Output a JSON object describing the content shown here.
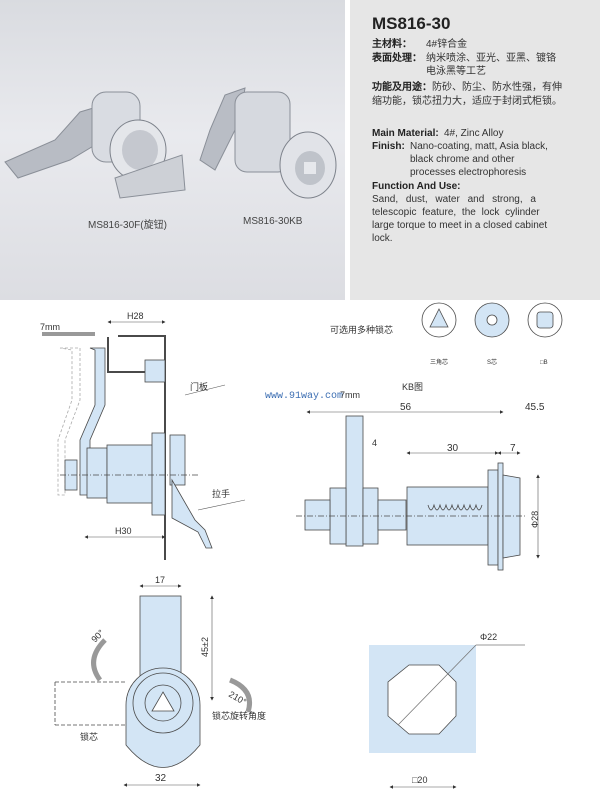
{
  "photos": {
    "caption_left": "MS816-30F(旋钮)",
    "caption_right": "MS816-30KB"
  },
  "spec": {
    "title": "MS816-30",
    "cn_material_label": "主材料：",
    "cn_material_value": "4#锌合金",
    "cn_finish_label": "表面处理：",
    "cn_finish_line1": "纳米喷涂、亚光、亚黑、镀铬",
    "cn_finish_line2": "电泳黑等工艺",
    "cn_function_label": "功能及用途：",
    "cn_function_line1": "防砂、防尘、防水性强，有伸",
    "cn_function_line2": "缩功能，锁芯扭力大，适应于封闭式柜锁。",
    "en_material_label": "Main Material:",
    "en_material_value": "4#, Zinc Alloy",
    "en_finish_label": "Finish:",
    "en_finish_line1": "Nano-coating, matt, Asia black,",
    "en_finish_line2": "black chrome and other",
    "en_finish_line3": "processes electrophoresis",
    "en_function_label": "Function And Use:",
    "en_function_line1": "Sand, dust, water and strong, a",
    "en_function_line2": "telescopic feature, the lock cylinder",
    "en_function_line3": "large torque to meet in a closed cabinet",
    "en_function_line4": "lock."
  },
  "side_view": {
    "travel": "7mm",
    "h28": "H28",
    "door_panel": "门板",
    "handle": "拉手",
    "h30": "H30"
  },
  "watermark": "www.91way.com",
  "cores": {
    "title": "可选用多种锁芯",
    "items": [
      "三角芯",
      "S芯",
      "□B"
    ]
  },
  "kb_view": {
    "title": "KB图",
    "travel": "7mm",
    "d56": "56",
    "d45_5": "45.5",
    "d4": "4",
    "d30": "30",
    "d7": "7",
    "phi28": "Φ28"
  },
  "front_view": {
    "w17": "17",
    "h45": "45±2",
    "a90": "90°",
    "a210": "210°",
    "rotation_label": "锁芯旋转角度",
    "core_label": "锁芯",
    "w32": "32"
  },
  "cutout": {
    "phi22": "Φ22",
    "sq20": "□20"
  },
  "colors": {
    "part_fill": "#d3e5f5",
    "line": "#4a4a4a"
  }
}
